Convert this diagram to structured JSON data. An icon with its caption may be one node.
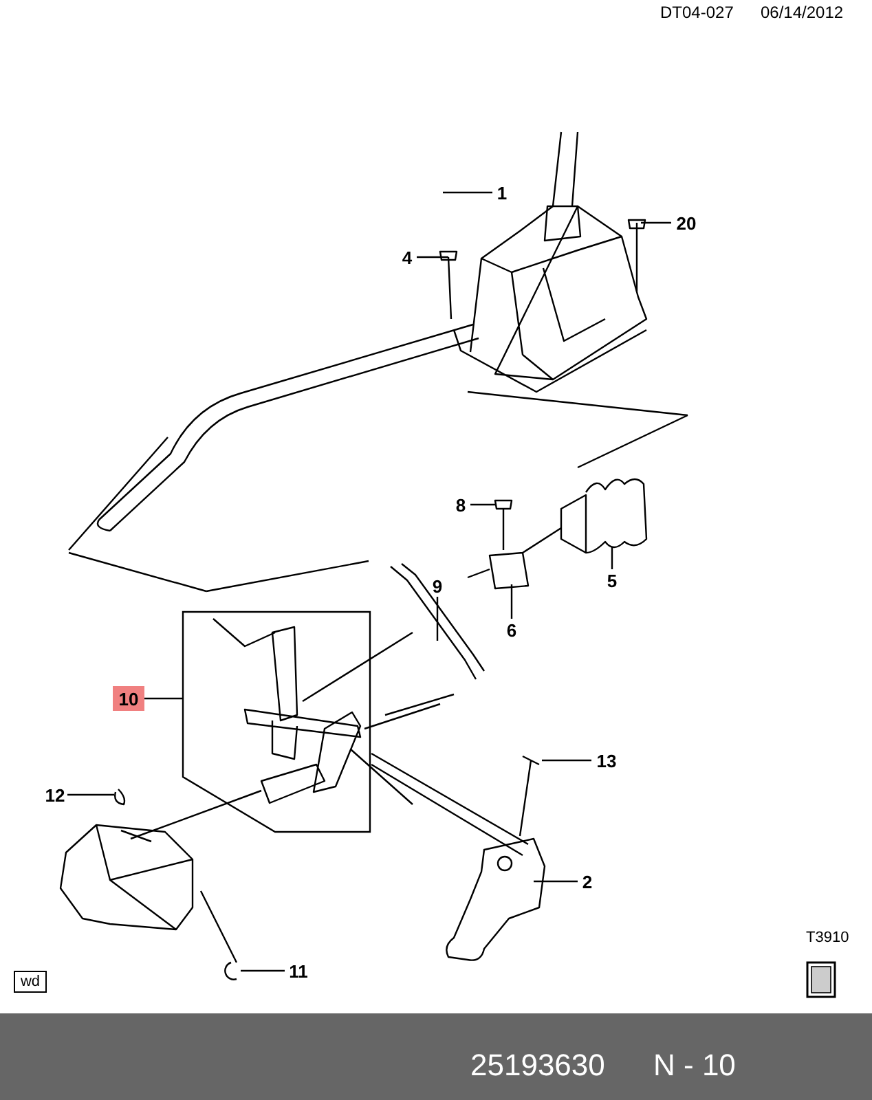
{
  "diagram": {
    "nodes": [
      {
        "text": [
          "1"
        ]
      },
      {
        "text": [
          "20"
        ]
      },
      {
        "text": [
          "4"
        ]
      },
      {
        "text": [
          "8"
        ]
      },
      {
        "text": [
          "5"
        ]
      },
      {
        "text": [
          "9"
        ]
      },
      {
        "text": [
          "6"
        ]
      },
      {
        "text": [
          "10"
        ]
      },
      {
        "text": [],
        "shape": "box"
      },
      {
        "text": [
          "13"
        ]
      },
      {
        "text": [
          "12"
        ]
      },
      {
        "text": [
          "2"
        ]
      },
      {
        "text": [
          "11"
        ]
      },
      {
        "text": [
          "wd"
        ]
      }
    ],
    "edges": [
      {
        "from": 0,
        "to": null,
        "arrow": "none"
      },
      {
        "from": 1,
        "to": null,
        "arrow": "none"
      },
      {
        "from": 2,
        "to": null,
        "arrow": "none"
      },
      {
        "from": 3,
        "to": null,
        "arrow": "none"
      },
      {
        "from": 4,
        "to": null,
        "arrow": "none"
      },
      {
        "from": 5,
        "to": null,
        "arrow": "none"
      },
      {
        "from": 6,
        "to": null,
        "arrow": "none"
      },
      {
        "from": 7,
        "to": 8,
        "arrow": "none"
      },
      {
        "from": 9,
        "to": null,
        "arrow": "none"
      },
      {
        "from": 10,
        "to": null,
        "arrow": "none"
      },
      {
        "from": 11,
        "to": null,
        "arrow": "none"
      },
      {
        "from": 12,
        "to": null,
        "arrow": "none"
      }
    ],
    "labels": [
      "DT04-027",
      "06/14/2012",
      "T3910",
      "25193630",
      "N - 10"
    ]
  }
}
